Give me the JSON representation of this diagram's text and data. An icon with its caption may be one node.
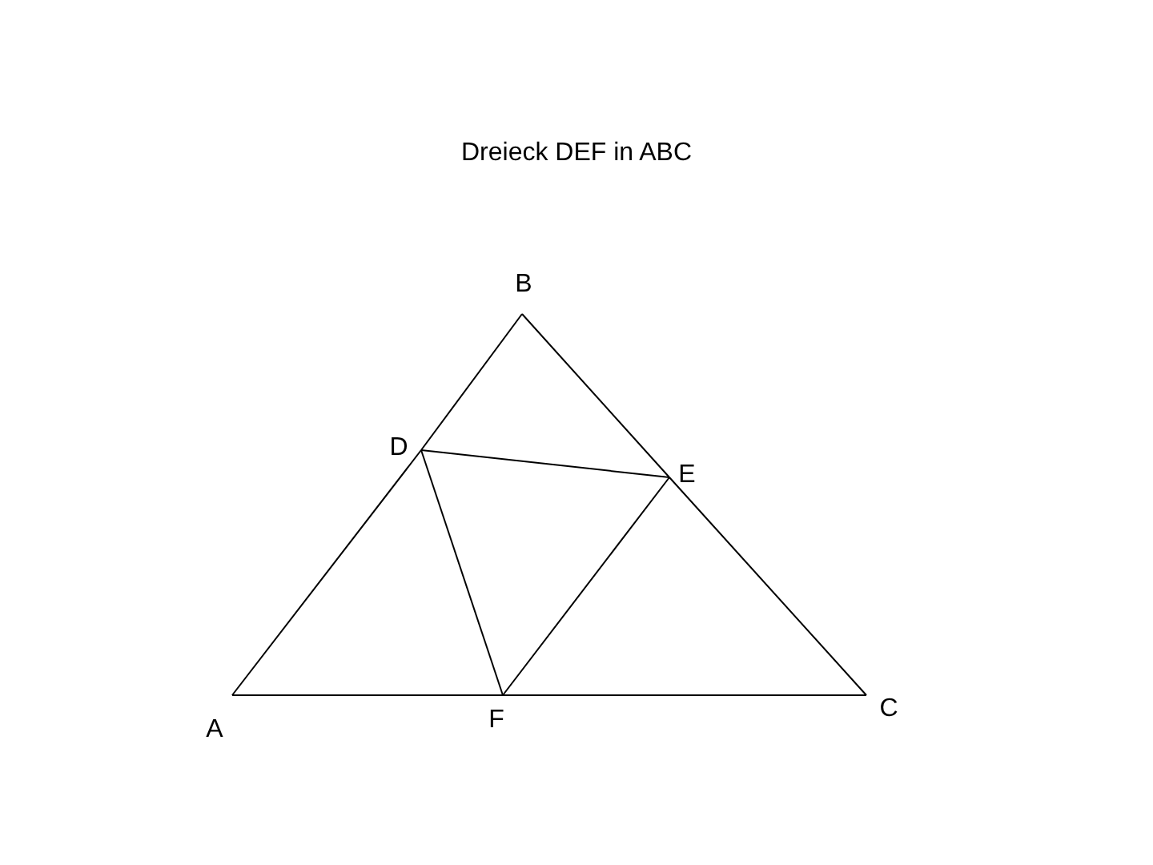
{
  "diagram": {
    "title": "Dreieck DEF in ABC",
    "nodes": [
      {
        "text": [
          "A"
        ]
      },
      {
        "text": [
          "B"
        ]
      },
      {
        "text": [
          "C"
        ]
      },
      {
        "text": [
          "D"
        ]
      },
      {
        "text": [
          "E"
        ]
      },
      {
        "text": [
          "F"
        ]
      }
    ],
    "edges": [
      {
        "from": 0,
        "to": 3,
        "arrow": "none"
      },
      {
        "from": 3,
        "to": 1,
        "arrow": "none"
      },
      {
        "from": 1,
        "to": 4,
        "arrow": "none"
      },
      {
        "from": 4,
        "to": 2,
        "arrow": "none"
      },
      {
        "from": 2,
        "to": 5,
        "arrow": "none"
      },
      {
        "from": 5,
        "to": 0,
        "arrow": "none"
      },
      {
        "from": 3,
        "to": 4,
        "arrow": "none"
      },
      {
        "from": 4,
        "to": 5,
        "arrow": "none"
      },
      {
        "from": 5,
        "to": 3,
        "arrow": "none"
      }
    ]
  }
}
